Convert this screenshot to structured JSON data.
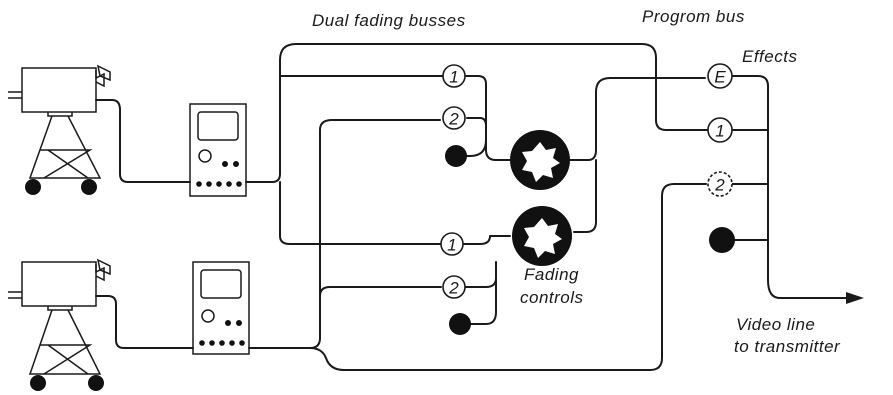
{
  "labels": {
    "dual_fading_busses": "Dual fading busses",
    "program_bus": "Progrom bus",
    "effects": "Effects",
    "fading_controls_line1": "Fading",
    "fading_controls_line2": "controls",
    "video_line_line1": "Video line",
    "video_line_line2": "to transmitter"
  },
  "switches": {
    "cam1_bus1": "1",
    "cam1_bus2": "2",
    "cam2_bus1": "1",
    "cam2_bus2": "2",
    "program_effects": "E",
    "program_bus1": "1",
    "program_bus2": "2"
  }
}
